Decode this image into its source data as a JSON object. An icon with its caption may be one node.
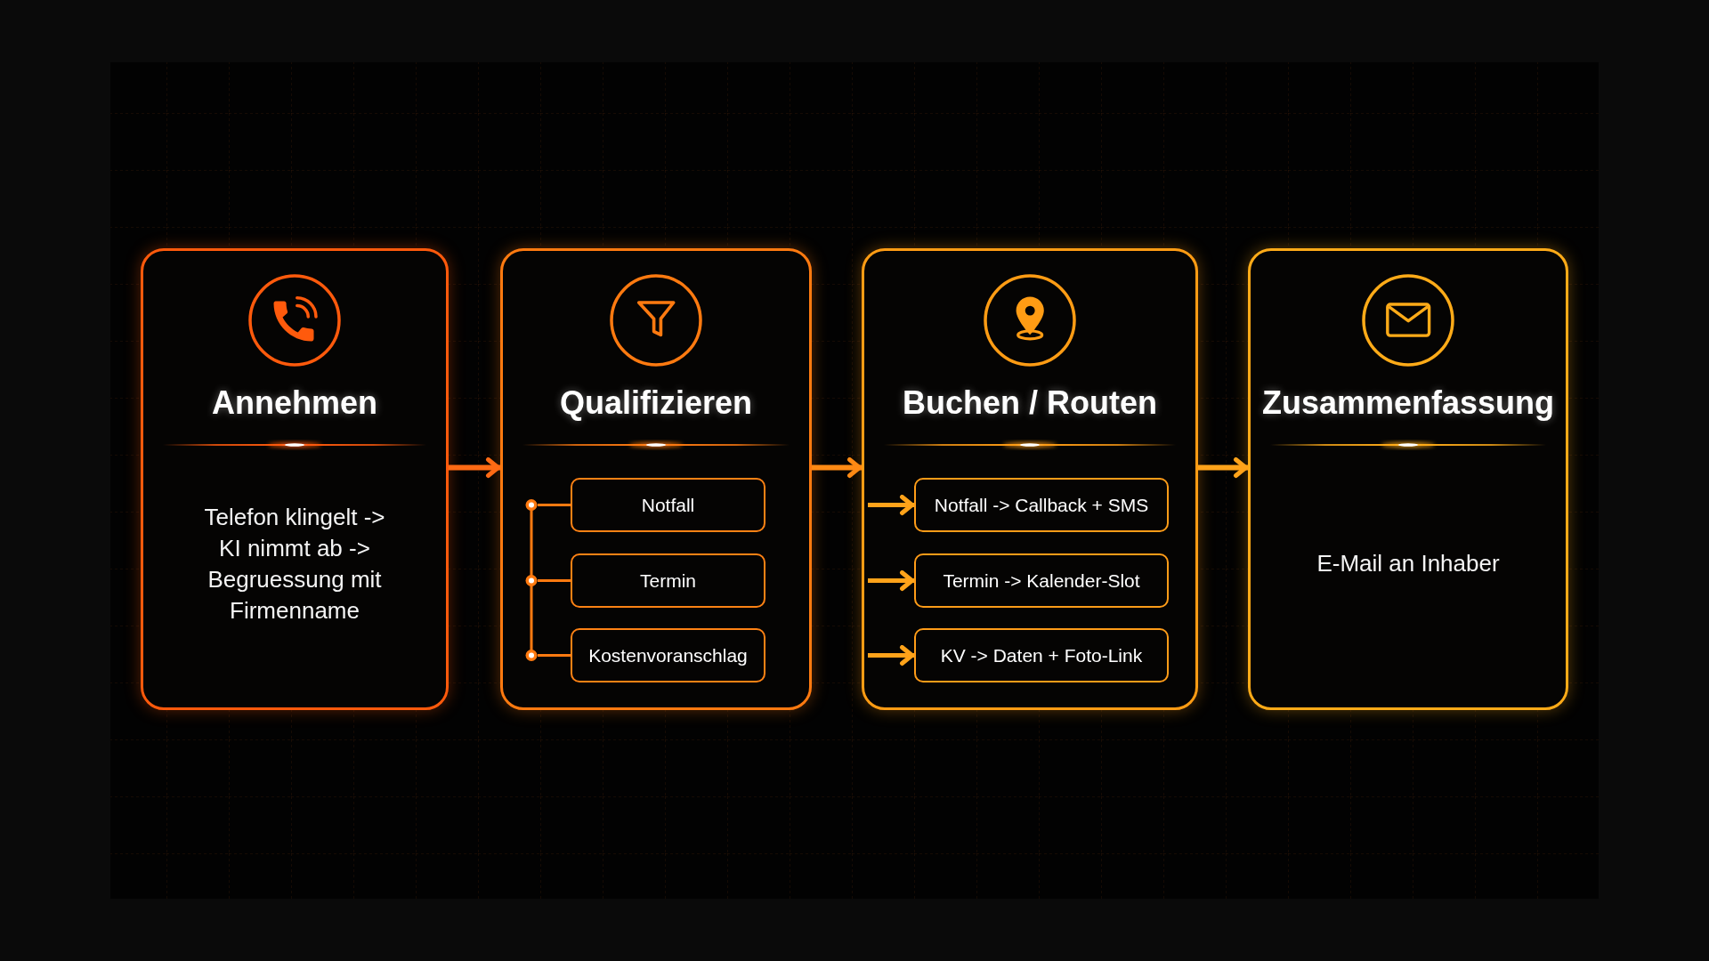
{
  "diagram": {
    "nodes": [
      {
        "text": [
          "Annehmen",
          "Telefon klingelt -> KI nimmt ab -> Begruessung mit Firmenname"
        ]
      },
      {
        "text": [
          "Qualifizieren"
        ]
      },
      {
        "text": [],
        "shape": "bar",
        "in": 1
      },
      {
        "text": [
          "Notfall"
        ],
        "in": 1
      },
      {
        "text": [
          "Termin"
        ],
        "in": 1
      },
      {
        "text": [
          "Kostenvoranschlag"
        ],
        "in": 1
      },
      {
        "text": [
          "Buchen / Routen"
        ]
      },
      {
        "text": [
          "Notfall -> Callback + SMS"
        ],
        "in": 6
      },
      {
        "text": [
          "Termin -> Kalender-Slot"
        ],
        "in": 6
      },
      {
        "text": [
          "KV -> Daten + Foto-Link"
        ],
        "in": 6
      },
      {
        "text": [
          "Zusammenfassung",
          "E-Mail an Inhaber"
        ]
      }
    ],
    "edges": [
      {
        "from": 0,
        "to": 1,
        "arrow": "to",
        "color": "#ff6a14"
      },
      {
        "from": 3,
        "to": 2,
        "arrow": "none",
        "color": "#ff7a10"
      },
      {
        "from": 4,
        "to": 2,
        "arrow": "none",
        "color": "#ff7a10"
      },
      {
        "from": 5,
        "to": 2,
        "arrow": "none",
        "color": "#ff7a10"
      },
      {
        "from": 1,
        "to": 6,
        "arrow": "to",
        "color": "#ff8a14"
      },
      {
        "from": null,
        "to": 7,
        "arrow": "to"
      },
      {
        "from": null,
        "to": 8,
        "arrow": "to"
      },
      {
        "from": null,
        "to": 9,
        "arrow": "to"
      },
      {
        "from": 6,
        "to": 10,
        "arrow": "to"
      }
    ]
  }
}
